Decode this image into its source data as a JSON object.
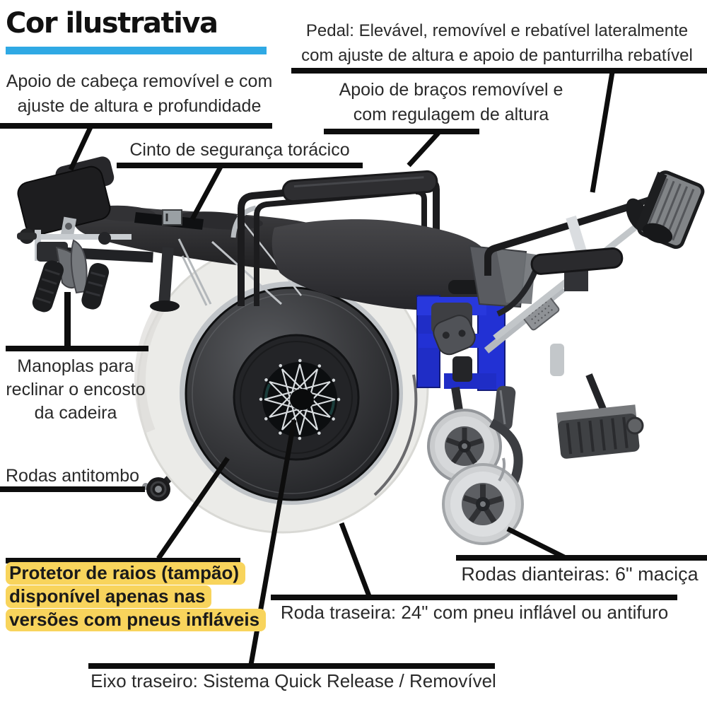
{
  "title": {
    "text": "Cor ilustrativa",
    "accent_color": "#2fa9e4"
  },
  "labels": {
    "headrest": {
      "line1": "Apoio de cabeça removível e com",
      "line2": "ajuste de altura e profundidade"
    },
    "pedal": {
      "line1": "Pedal: Elevável, removível e rebatível lateralmente",
      "line2": "com ajuste de altura e apoio de panturrilha rebatível"
    },
    "armrest": {
      "line1": "Apoio de braços removível e",
      "line2": "com regulagem de altura"
    },
    "chest_belt": {
      "text": "Cinto de segurança torácico"
    },
    "recline_handles": {
      "line1": "Manoplas para",
      "line2": "reclinar o encosto",
      "line3": "da cadeira"
    },
    "anti_tip_wheels": {
      "text": "Rodas antitombo"
    },
    "spoke_guard": {
      "line1": "Protetor de raios (tampão)",
      "line2": "disponível apenas nas",
      "line3": "versões com pneus infláveis",
      "highlight_color": "#f8d45c"
    },
    "front_wheels": {
      "text": "Rodas dianteiras: 6\" maciça"
    },
    "rear_wheel": {
      "text": "Roda traseira: 24\" com pneu inflável ou antifuro"
    },
    "rear_axle": {
      "text": "Eixo traseiro: Sistema Quick Release / Removível"
    }
  },
  "illustration": {
    "subject": "reclining-wheelchair-side-view",
    "frame_color": "#2231d4",
    "tire_color": "#ebebe8",
    "callout_line_color": "#0d0d0d"
  }
}
